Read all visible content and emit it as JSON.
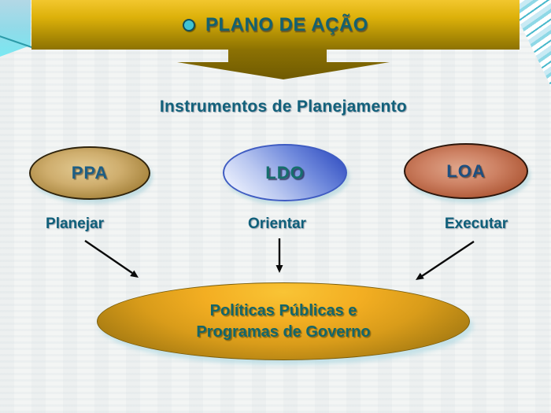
{
  "banner": {
    "title": "PLANO DE AÇÃO"
  },
  "subtitle": "Instrumentos de Planejamento",
  "instruments": [
    {
      "label": "PPA",
      "action": "Planejar"
    },
    {
      "label": "LDO",
      "action": "Orientar"
    },
    {
      "label": "LOA",
      "action": "Executar"
    }
  ],
  "target": {
    "line1": "Políticas Públicas e",
    "line2": "Programas de Governo"
  },
  "icons": {
    "bullet": "filled-teal-circle",
    "banner_arrow": "gold-chevron-down",
    "flow_arrows": "thin-black-arrows"
  },
  "colors": {
    "banner_gold_top": "#f2c72e",
    "banner_gold_bottom": "#8d7202",
    "chevron_gold": "#7d6603",
    "teal_text": "#12617b",
    "bullet_fill": "#41c3d3",
    "ppa_fill_center": "#e2ca92",
    "ppa_fill_edge": "#8a6c2b",
    "ppa_text": "#1d5e85",
    "ldo_fill_light": "#f4f7ff",
    "ldo_fill_dark": "#2f4cc0",
    "ldo_text": "#156f6d",
    "loa_fill_center": "#dfa68b",
    "loa_fill_edge": "#99462a",
    "loa_text": "#1d4f80",
    "target_gold_center": "#f9c435",
    "target_gold_edge": "#8a680f",
    "target_text": "#14666a",
    "corner_cyan": "#79e8f2",
    "arrow_black": "#0a0a0a"
  }
}
